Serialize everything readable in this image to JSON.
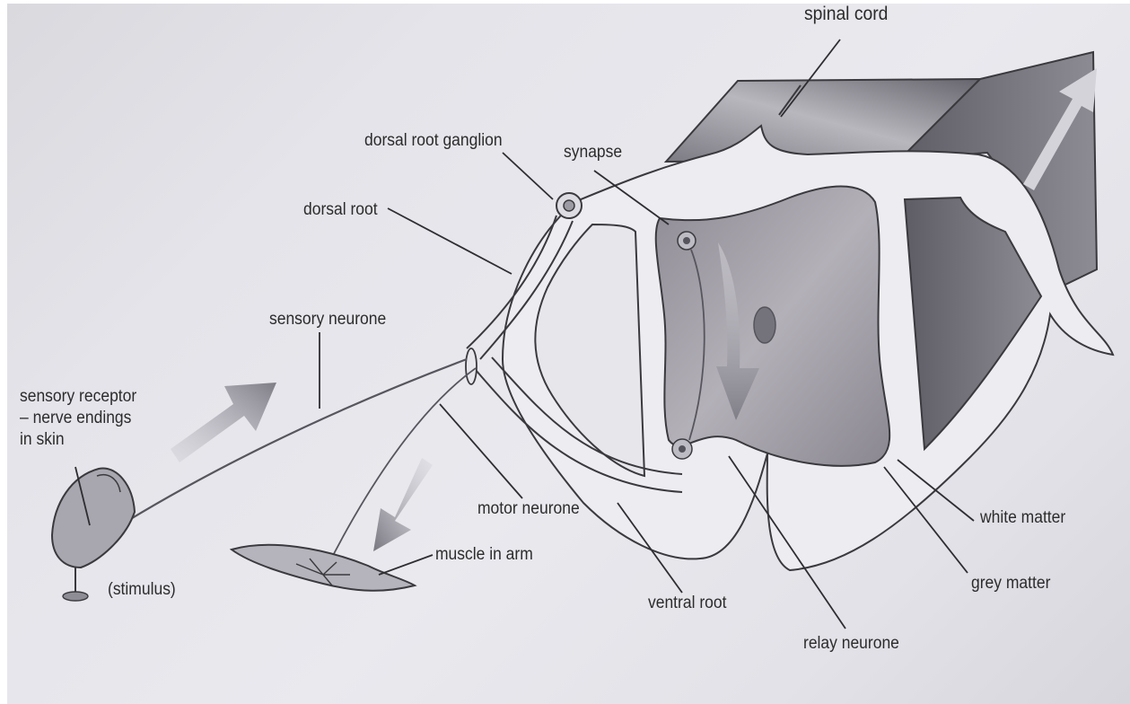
{
  "labels": {
    "spinal_cord": "spinal cord",
    "dorsal_root_ganglion": "dorsal root ganglion",
    "synapse": "synapse",
    "dorsal_root": "dorsal root",
    "sensory_neurone": "sensory neurone",
    "sensory_receptor": [
      "sensory receptor",
      "– nerve endings",
      "in skin"
    ],
    "stimulus": "(stimulus)",
    "motor_neurone": "motor neurone",
    "muscle_in_arm": "muscle in arm",
    "ventral_root": "ventral root",
    "relay_neurone": "relay neurone",
    "white_matter": "white matter",
    "grey_matter": "grey matter"
  },
  "colors": {
    "background": "#e6e6eb",
    "white_matter": "#ececf0",
    "grey_matter": "#9a97a0",
    "outline": "#3a3a3e",
    "arrow": "#8c8a92",
    "spinal_side": "#6d6b73"
  }
}
